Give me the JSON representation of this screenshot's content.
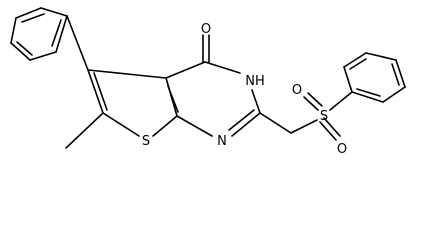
{
  "molecule": {
    "atom_labels": {
      "carbonyl_oxygen": "O",
      "amide_nh": "NH",
      "sulfonyl_s": "S",
      "sulfonyl_o_top": "O",
      "sulfonyl_o_bottom": "O",
      "thiophene_s": "S",
      "ring_n": "N"
    }
  }
}
